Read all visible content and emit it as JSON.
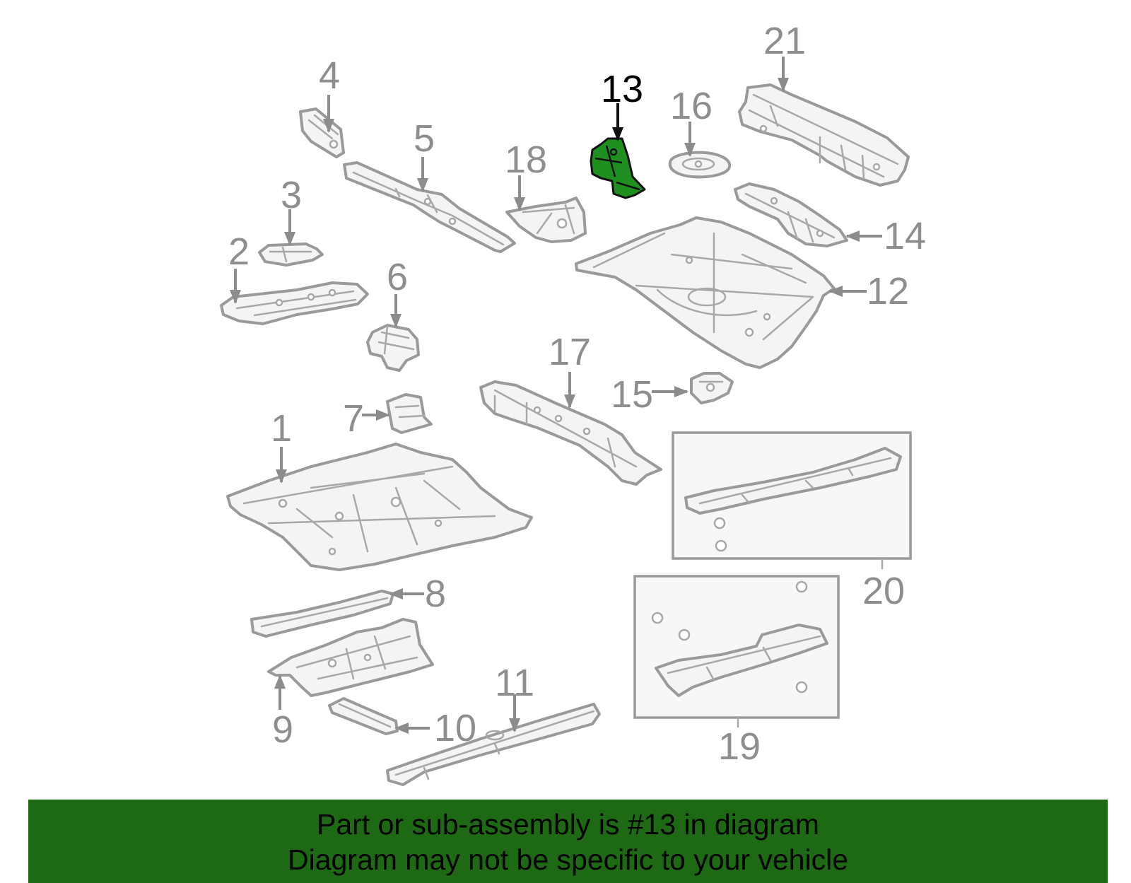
{
  "diagram": {
    "highlight_color": "#1f8f1f",
    "callouts": [
      "1",
      "2",
      "3",
      "4",
      "5",
      "6",
      "7",
      "8",
      "9",
      "10",
      "11",
      "12",
      "13",
      "14",
      "15",
      "16",
      "17",
      "18",
      "19",
      "20",
      "21"
    ],
    "highlighted_callout": "13"
  },
  "notice": {
    "background": "#1e6a14",
    "line1": "Part or sub-assembly is #13 in diagram",
    "line2": "Diagram may not be specific to your vehicle"
  }
}
